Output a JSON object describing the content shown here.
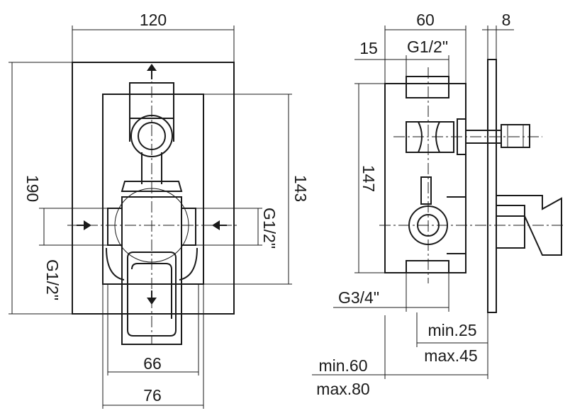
{
  "front_view": {
    "width_label": "120",
    "height_label": "190",
    "inner_height_label": "143",
    "inner_width_label": "66",
    "body_width_label": "76",
    "right_thread_label": "G1/2\"",
    "left_thread_label": "G1/2\""
  },
  "side_view": {
    "depth_label": "60",
    "plate_label": "8",
    "offset_label": "15",
    "top_thread_label": "G1/2\"",
    "height_label": "147",
    "bottom_thread_label": "G3/4\"",
    "min_a_label": "min.25",
    "max_a_label": "max.45",
    "min_b_label": "min.60",
    "max_b_label": "max.80"
  }
}
